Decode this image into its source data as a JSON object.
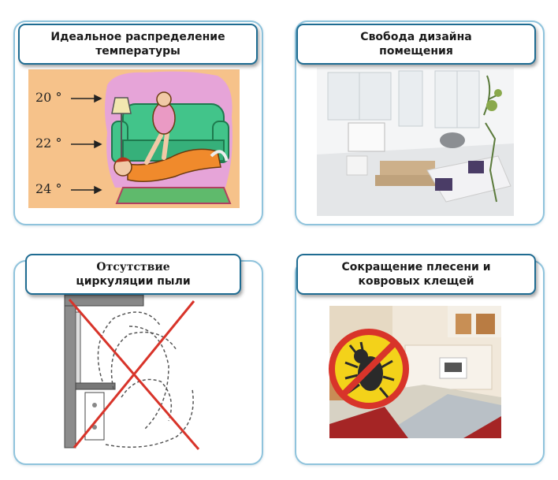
{
  "cards": [
    {
      "title": [
        "Идеальное распределение",
        "температуры"
      ],
      "temps": [
        "20 °",
        "22 °",
        "24 °"
      ],
      "icon": "person-lifting-baby-on-sofa"
    },
    {
      "title": [
        "Свобода дизайна",
        "помещения"
      ],
      "icon": "bright-living-room-photo"
    },
    {
      "title": [
        "Отсутствие",
        "циркуляции пыли"
      ],
      "icon": "crossed-out-radiator-airflow"
    },
    {
      "title": [
        "Сокращение плесени и",
        "ковровых клещей"
      ],
      "icon": "no-mite-sign-kitchen-photo"
    }
  ],
  "colors": {
    "frame": "#8fc3dc",
    "label_border": "#1f6c92",
    "cross": "#d8342a",
    "sign_yellow": "#f3d21a"
  }
}
